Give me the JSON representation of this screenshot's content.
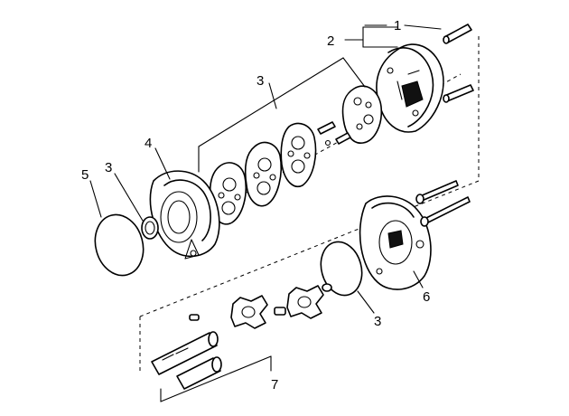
{
  "callouts": {
    "c1": "1",
    "c2": "2",
    "c3_top": "3",
    "c3_left": "3",
    "c3_right": "3",
    "c4": "4",
    "c5": "5",
    "c6": "6",
    "c7": "7"
  }
}
